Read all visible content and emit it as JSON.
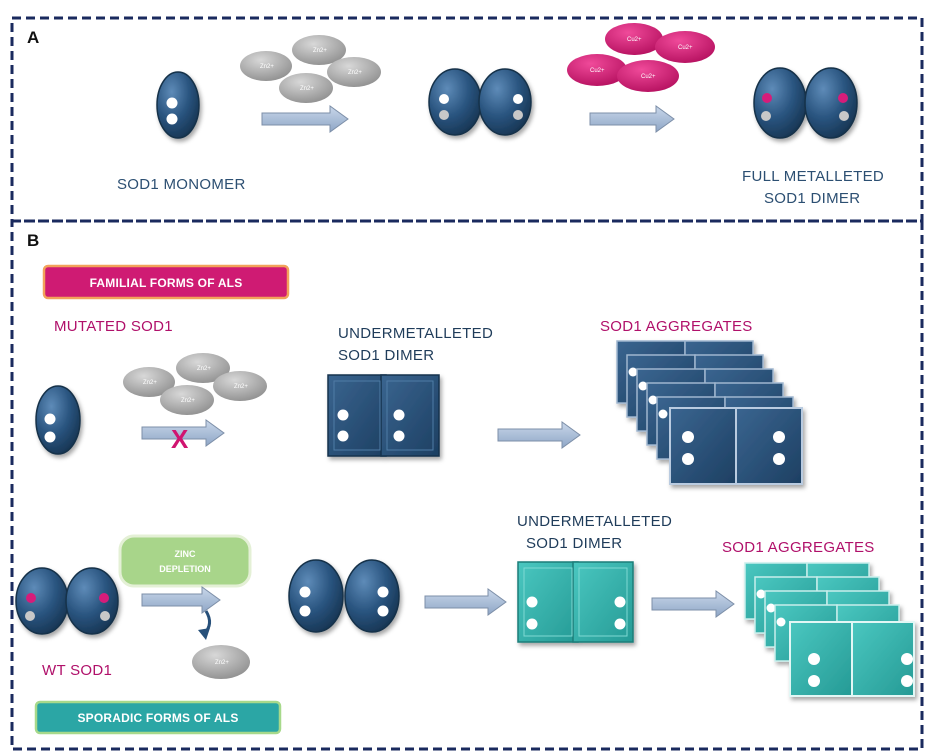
{
  "panels": {
    "a": {
      "label": "A",
      "monomer_caption": "SOD1 MONOMER",
      "full_dimer_caption_line1": "FULL METALLETED",
      "full_dimer_caption_line2": "SOD1 DIMER",
      "zinc_ion": "Zn2+",
      "copper_ion": "Cu2+"
    },
    "b": {
      "label": "B",
      "familial_badge": "FAMILIAL FORMS OF ALS",
      "mutated_caption": "MUTATED SOD1",
      "under_dimer_line1": "UNDERMETALLETED",
      "under_dimer_line2": "SOD1 DIMER",
      "aggregates_caption": "SOD1 AGGREGATES",
      "blocked_mark": "X",
      "zinc_depletion_line1": "ZINC",
      "zinc_depletion_line2": "DEPLETION",
      "wt_caption": "WT SOD1",
      "sporadic_badge": "SPORADIC FORMS OF ALS",
      "under_dimer2_line1": "UNDERMETALLETED",
      "under_dimer2_line2": "SOD1 DIMER",
      "aggregates2_caption": "SOD1 AGGREGATES",
      "zinc_ion": "Zn2+"
    }
  },
  "colors": {
    "border": "#1a2a5e",
    "protein_blue": "#27507a",
    "protein_teal": "#3ab3ad",
    "zinc_gray": "#a8a8a8",
    "copper_pink": "#d61e7a",
    "arrow_fill": "#a7bbd6",
    "badge_familial": "#cf1b73",
    "badge_sporadic": "#2ba6a5",
    "badge_zinc": "#a8d58a"
  }
}
